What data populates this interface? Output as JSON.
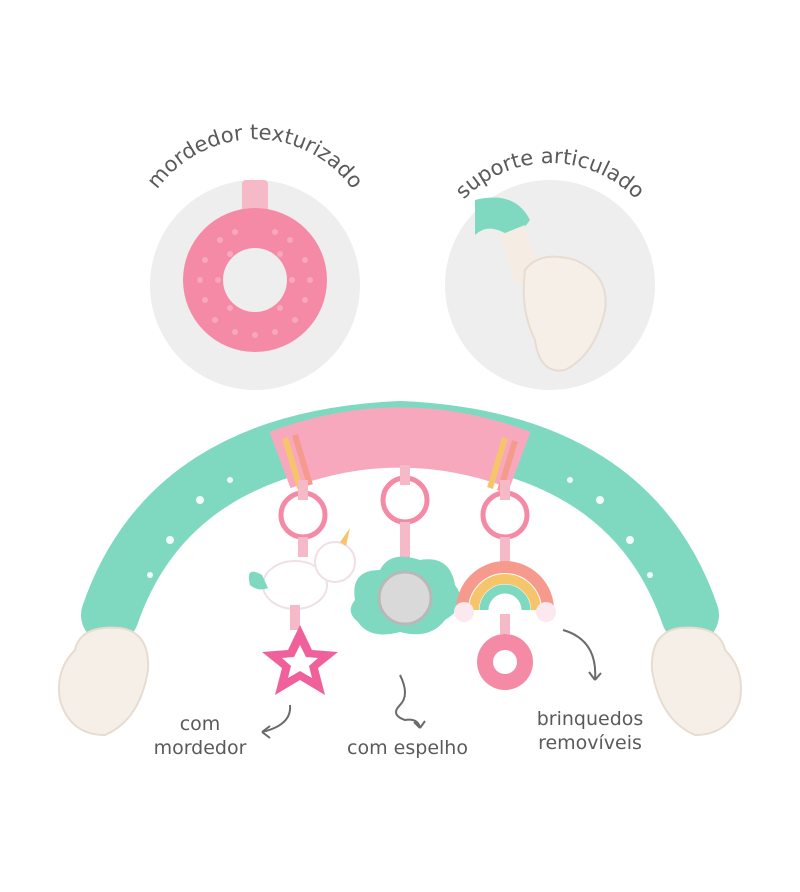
{
  "callouts": {
    "teether_textured": "mordedor texturizado",
    "articulated_support": "suporte articulado",
    "with_teether_line1": "com",
    "with_teether_line2": "mordedor",
    "with_mirror": "com espelho",
    "removable_line1": "brinquedos",
    "removable_line2": "removíveis"
  },
  "colors": {
    "circle_bg": "#eeeeee",
    "mint": "#7fd9c0",
    "pink": "#f7a8bd",
    "teether_pink": "#f58aa6",
    "text": "#5a5a5a"
  }
}
